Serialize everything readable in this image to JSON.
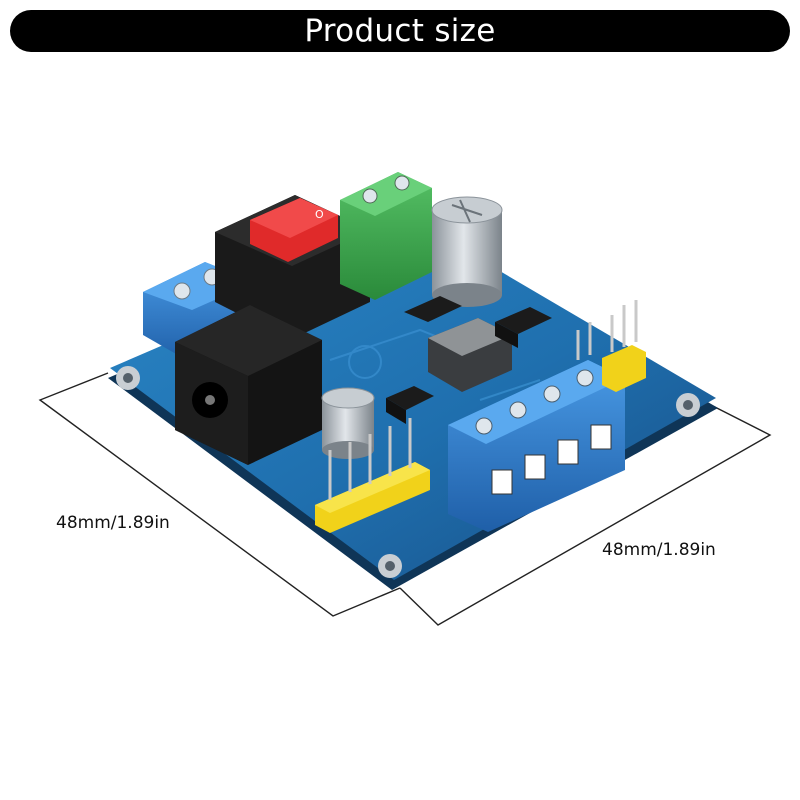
{
  "header": {
    "title": "Product size"
  },
  "dimensions": {
    "width_label": "48mm/1.89in",
    "depth_label": "48mm/1.89in"
  },
  "colors": {
    "banner": "#000000",
    "pcb": "#1f6fae",
    "terminal_blue": "#2f7fd0",
    "terminal_green": "#3aa84a",
    "switch_red": "#e02a2a",
    "header_pins": "#f1d21a"
  }
}
